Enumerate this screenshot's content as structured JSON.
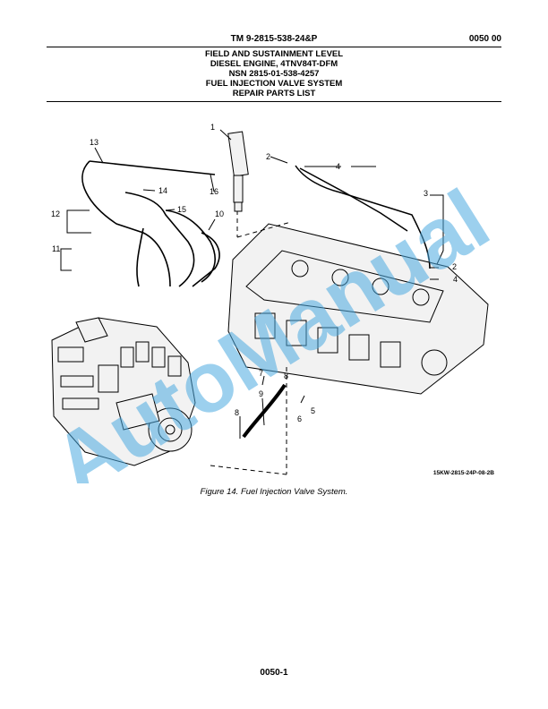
{
  "header": {
    "tm_number": "TM 9-2815-538-24&P",
    "work_package": "0050 00"
  },
  "title_block": {
    "line1": "FIELD AND SUSTAINMENT LEVEL",
    "line2": "DIESEL ENGINE, 4TNV84T-DFM",
    "line3": "NSN 2815-01-538-4257",
    "line4": "FUEL INJECTION VALVE SYSTEM",
    "line5": "REPAIR PARTS LIST"
  },
  "figure": {
    "callouts": [
      "1",
      "2",
      "2",
      "3",
      "4",
      "4",
      "5",
      "6",
      "7",
      "8",
      "8",
      "9",
      "10",
      "11",
      "12",
      "13",
      "14",
      "15",
      "16"
    ],
    "watermark": "AutoManual",
    "code": "15KW-2815-24P-08-2B",
    "caption": "Figure 14.  Fuel Injection Valve System."
  },
  "footer": {
    "page_number": "0050-1"
  }
}
